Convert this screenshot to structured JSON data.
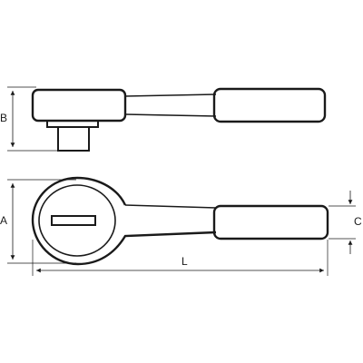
{
  "drawing": {
    "subject": "ratchet wrench",
    "line_color": "#1a1a1a",
    "background": "#ffffff"
  },
  "dimensions": {
    "b_label": "B",
    "a_label": "A",
    "c_label": "C",
    "l_label": "L"
  }
}
